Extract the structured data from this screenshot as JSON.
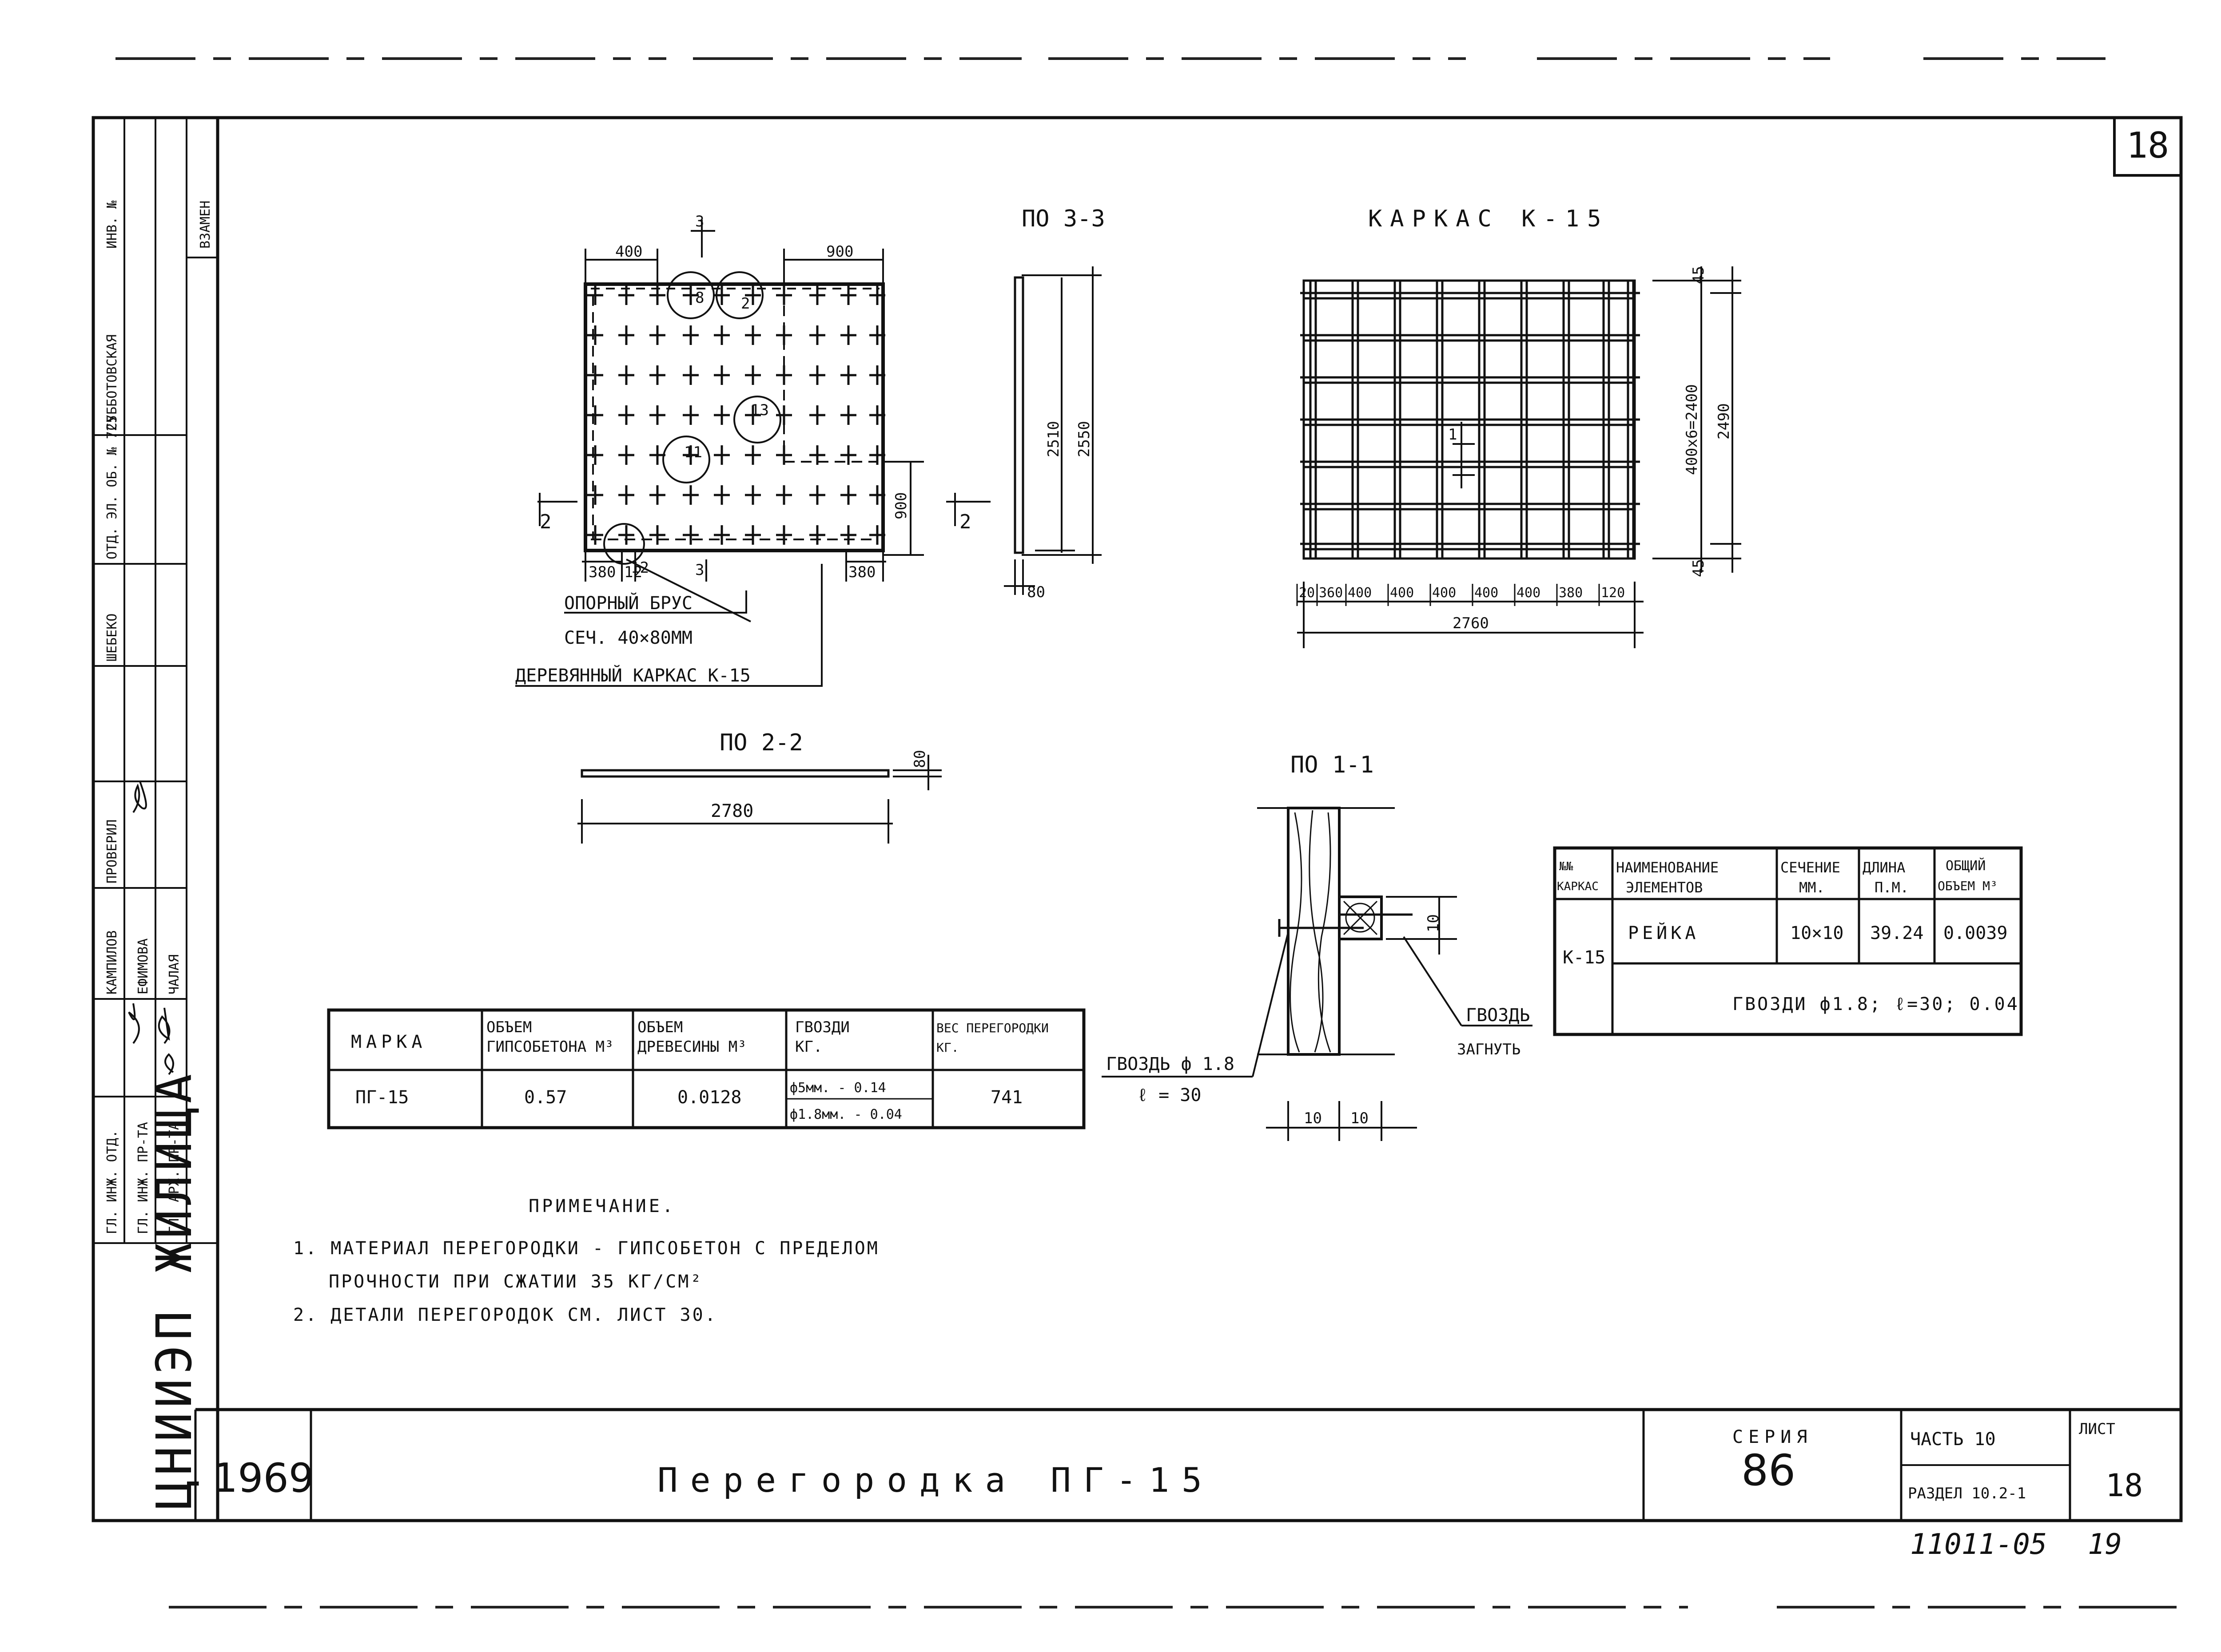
{
  "sheet": {
    "number_top": "18",
    "scan_code": "11011-05",
    "scan_page": "19"
  },
  "title_block": {
    "org": "ЦНИИЭП ЖИЛИЩА",
    "year": "1969",
    "title": "Перегородка ПГ-15",
    "series_label": "СЕРИЯ",
    "series": "86",
    "part": "ЧАСТЬ 10",
    "section": "РАЗДЕЛ 10.2-1",
    "sheet_label": "ЛИСТ",
    "sheet": "18"
  },
  "side_stamp": [
    "ГЛ. ИНЖ. ОТД.",
    "ГЛ. ИНЖ. ПР-ТА",
    "ГЛ. АРХ. ПР-ТА",
    "КАМПИЛОВ",
    "ЕФИМОВА",
    "ЧАЛАЯ",
    "ПРОВЕРИЛ",
    "ШЕБЕКО",
    "ОТД. ЭЛ. ОБ. № 725",
    "СУББОТОВСКАЯ",
    "ИНВ. №",
    "ВЗАМЕН"
  ],
  "views": {
    "plan": {
      "label_section_3": "3",
      "label_section_2": "2",
      "dim_top_left": "400",
      "dim_top_right": "900",
      "dim_right": "900",
      "dim_bottom_left": "380",
      "dim_bottom_12": "12",
      "dim_bottom_right": "380",
      "callout_8": "8",
      "callout_2": "2",
      "callout_13": "13",
      "callout_11": "11",
      "callout_12": "12",
      "leader1_line1": "ОПОРНЫЙ БРУС",
      "leader1_line2": "СЕЧ. 40×80ММ",
      "leader2": "ДЕРЕВЯННЫЙ КАРКАС К-15"
    },
    "section_33": {
      "title": "ПО 3-3",
      "dim_inner": "2510",
      "dim_outer": "2550",
      "dim_thickness": "80"
    },
    "frame_k15": {
      "title": "КАРКАС К-15",
      "dims_x": [
        "20",
        "360",
        "400",
        "400",
        "400",
        "400",
        "400",
        "380",
        "120"
      ],
      "dim_total_x": "2760",
      "dim_top": "45",
      "dim_bottom": "45",
      "dim_inner_y": "400x6=2400",
      "dim_total_y": "2490",
      "section_mark": "1"
    },
    "section_22": {
      "title": "ПО 2-2",
      "dim_length": "2780",
      "dim_thickness": "80"
    },
    "section_11": {
      "title": "ПО 1-1",
      "nail_left_line1": "ГВОЗДЬ ф 1.8",
      "nail_left_line2": "ℓ = 30",
      "nail_right_line1": "ГВОЗДЬ",
      "nail_right_line2": "ЗАГНУТЬ",
      "dim_right": "10",
      "dim_bottom_1": "10",
      "dim_bottom_2": "10"
    }
  },
  "table_main": {
    "headers": [
      "МАРКА",
      "ОБЪЕМ ГИПСОБЕТОНА М³",
      "ОБЪЕМ ДРЕВЕСИНЫ М³",
      "ГВОЗДИ КГ.",
      "ВЕС ПЕРЕГОРОДКИ КГ."
    ],
    "row": {
      "mark": "ПГ-15",
      "gypsum": "0.57",
      "wood": "0.0128",
      "nails_1": "ф5мм. - 0.14",
      "nails_2": "ф1.8мм. - 0.04",
      "weight": "741"
    }
  },
  "table_frame": {
    "headers": [
      "№№ КАРКАС",
      "НАИМЕНОВАНИЕ ЭЛЕМЕНТОВ",
      "СЕЧЕНИЕ ММ.",
      "ДЛИНА П.М.",
      "ОБЩИЙ ОБЪЕМ М³"
    ],
    "frame": "К-15",
    "row": {
      "name": "РЕЙКА",
      "section": "10×10",
      "length": "39.24",
      "volume": "0.0039"
    },
    "nails": "ГВОЗДИ ф1.8; ℓ=30; 0.04"
  },
  "notes": {
    "heading": "ПРИМЕЧАНИЕ.",
    "n1_a": "1. МАТЕРИАЛ ПЕРЕГОРОДКИ - ГИПСОБЕТОН С ПРЕДЕЛОМ",
    "n1_b": "ПРОЧНОСТИ ПРИ СЖАТИИ 35 КГ/СМ²",
    "n2": "2. ДЕТАЛИ ПЕРЕГОРОДОК СМ. ЛИСТ 30."
  }
}
